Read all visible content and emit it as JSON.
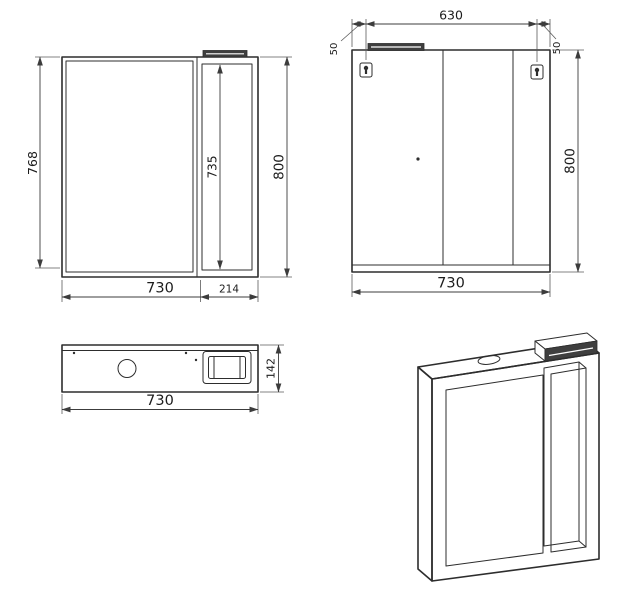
{
  "drawing": {
    "front_view": {
      "height_left": "768",
      "height_inner": "735",
      "height_right": "800",
      "width_bottom": "730",
      "width_shelf": "214"
    },
    "back_view": {
      "width_top": "630",
      "offset_left": "50",
      "offset_right": "50",
      "height_right": "800",
      "width_bottom": "730"
    },
    "top_view": {
      "width_bottom": "730",
      "depth": "142"
    }
  }
}
